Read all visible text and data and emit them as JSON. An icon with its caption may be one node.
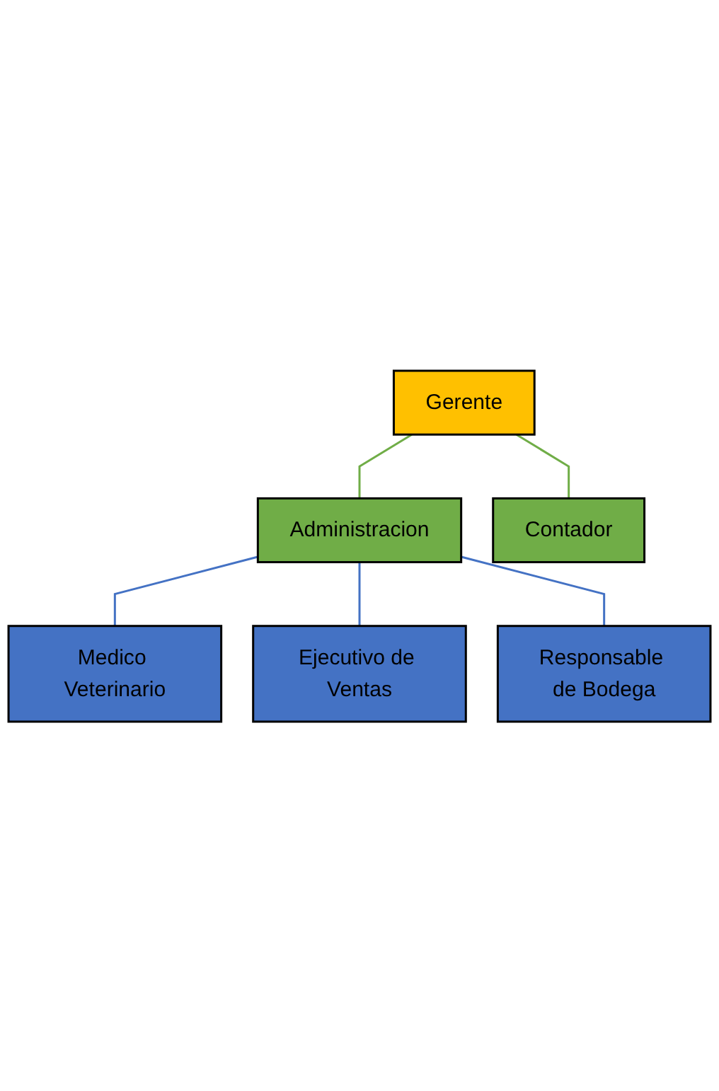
{
  "diagram": {
    "nodes": [
      {
        "text": [
          "Gerente"
        ]
      },
      {
        "text": [
          "Administracion"
        ]
      },
      {
        "text": [
          "Contador"
        ]
      },
      {
        "text": [
          "Medico Veterinario"
        ]
      },
      {
        "text": [
          "Ejecutivo de Ventas"
        ]
      },
      {
        "text": [
          "Responsable de Bodega"
        ]
      }
    ],
    "edges": [
      {
        "from": 0,
        "to": 1,
        "arrow": "none",
        "color": "#70ad47"
      },
      {
        "from": 0,
        "to": 2,
        "arrow": "none",
        "color": "#70ad47"
      },
      {
        "from": 1,
        "to": 3,
        "arrow": "none"
      },
      {
        "from": 1,
        "to": 4,
        "arrow": "none"
      },
      {
        "from": 1,
        "to": 5,
        "arrow": "none"
      }
    ]
  }
}
